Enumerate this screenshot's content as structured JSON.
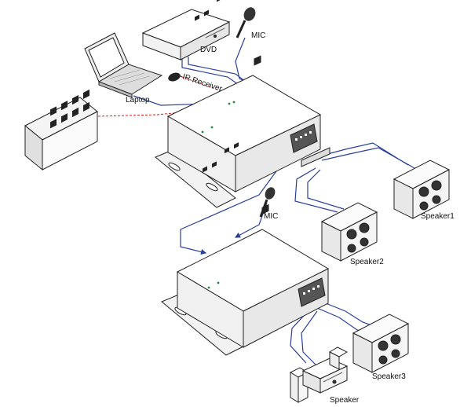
{
  "labels": {
    "dvd": "DVD",
    "mic_top": "MIC",
    "ir_receiver": "IR Receiver",
    "laptop": "Laptop",
    "mic_bottom": "MIC",
    "speaker1": "Speaker1",
    "speaker2": "Speaker2",
    "speaker3": "Speaker3",
    "speaker_system": "Speaker"
  },
  "colors": {
    "av_cable": "#2a3f9a",
    "ir_signal": "#d81e1e",
    "outline": "#222222"
  },
  "icons": {
    "dvd": "dvd-player-icon",
    "laptop": "laptop-icon",
    "mic": "microphone-icon",
    "ir": "ir-receiver-icon",
    "wall_panel": "wall-control-panel-icon",
    "amplifier": "amplifier-icon",
    "speaker": "speaker-icon",
    "stereo": "stereo-system-icon"
  }
}
